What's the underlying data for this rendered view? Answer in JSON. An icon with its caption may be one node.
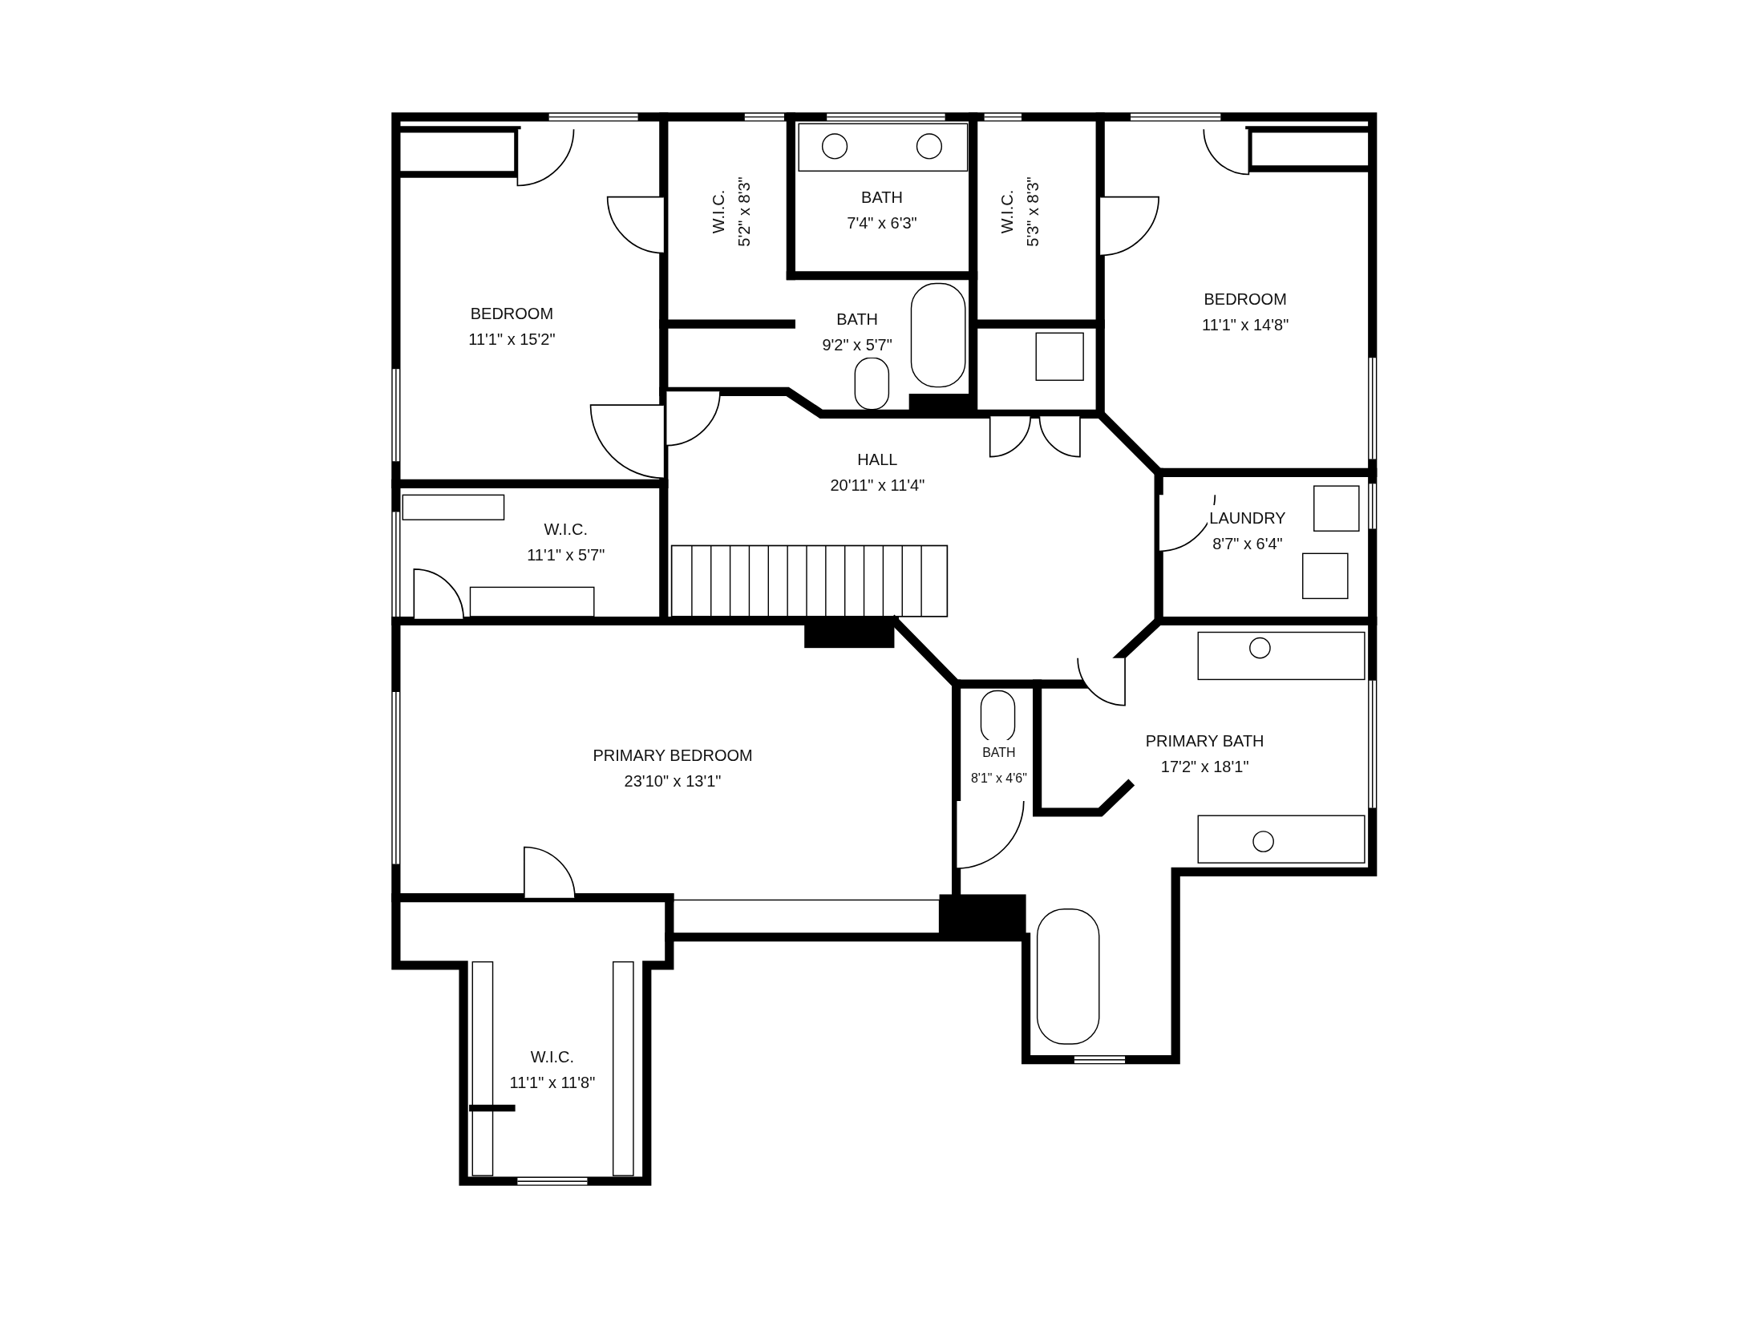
{
  "diagram": {
    "nodes": [
      {
        "text": [
          "BEDROOM",
          "11'1\" x 15'2\""
        ]
      },
      {
        "text": [
          "W.I.C.",
          "5'2\" x 8'3\""
        ]
      },
      {
        "text": [
          "BATH",
          "7'4\" x 6'3\""
        ]
      },
      {
        "text": [
          "W.I.C.",
          "5'3\" x 8'3\""
        ]
      },
      {
        "text": [
          "BEDROOM",
          "11'1\" x 14'8\""
        ]
      },
      {
        "text": [
          "BATH",
          "9'2\" x 5'7\""
        ]
      },
      {
        "text": [
          "HALL",
          "20'11\" x 11'4\""
        ]
      },
      {
        "text": [
          "W.I.C.",
          "11'1\" x 5'7\""
        ]
      },
      {
        "text": [
          "LAUNDRY",
          "8'7\" x 6'4\""
        ]
      },
      {
        "text": [
          "PRIMARY BEDROOM",
          "23'10\" x 13'1\""
        ]
      },
      {
        "text": [
          "BATH",
          "8'1\" x 4'6\""
        ]
      },
      {
        "text": [
          "PRIMARY BATH",
          "17'2\" x 18'1\""
        ]
      },
      {
        "text": [
          "W.I.C.",
          "11'1\" x 11'8\""
        ]
      }
    ]
  }
}
